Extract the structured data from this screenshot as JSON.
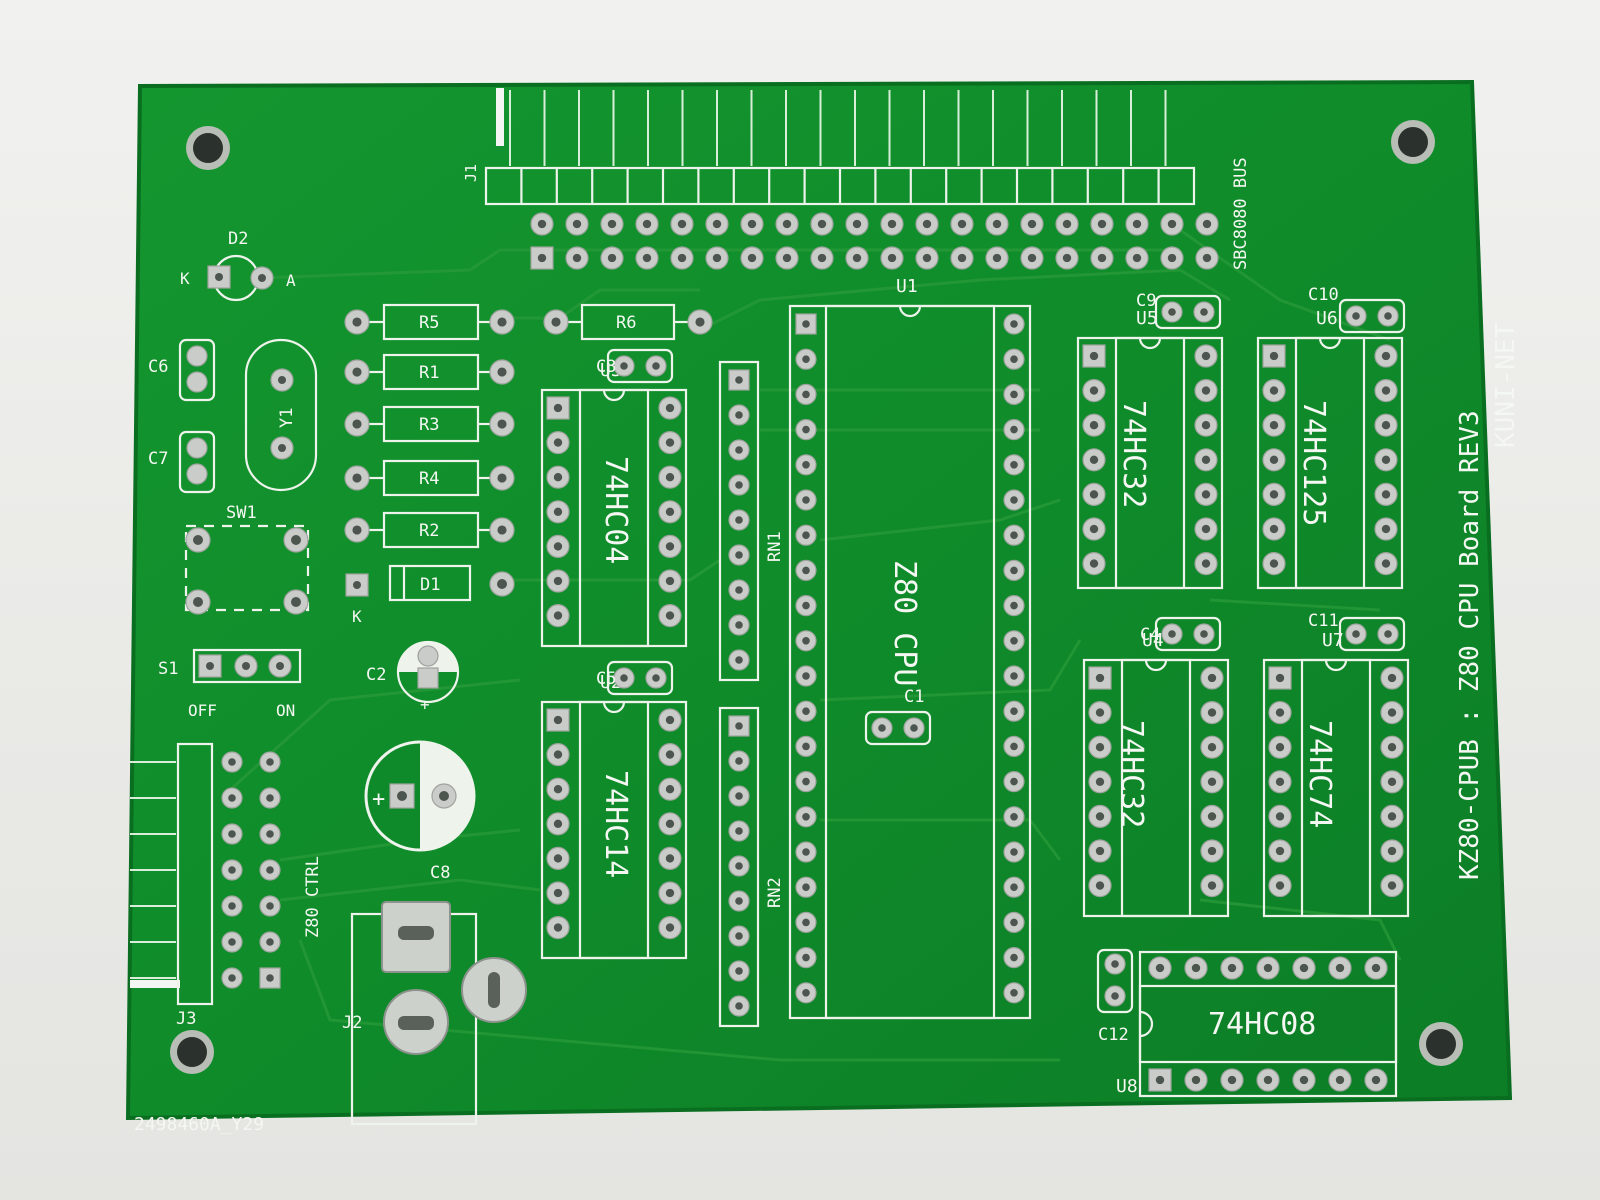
{
  "board": {
    "title": "KZ80-CPUB : Z80 CPU Board REV3",
    "maker": "KUNI-NET",
    "serial": "2498460A_Y29",
    "colors": {
      "solder_mask": "#0f8a2a",
      "silkscreen": "#eef3ec",
      "pad": "#c9ccc8",
      "background": "#ecece9"
    }
  },
  "connectors": {
    "j1": {
      "ref": "J1",
      "label": "SBC8080 BUS"
    },
    "j3": {
      "ref": "J3",
      "label": "Z80 CTRL"
    },
    "j2": {
      "ref": "J2"
    }
  },
  "ics": [
    {
      "ref": "U1",
      "part": "Z80 CPU"
    },
    {
      "ref": "U2",
      "part": "74HC14"
    },
    {
      "ref": "U3",
      "part": "74HC04"
    },
    {
      "ref": "U4",
      "part": "74HC32"
    },
    {
      "ref": "U5",
      "part": "74HC32"
    },
    {
      "ref": "U6",
      "part": "74HC125"
    },
    {
      "ref": "U7",
      "part": "74HC74"
    },
    {
      "ref": "U8",
      "part": "74HC08"
    }
  ],
  "resistors": [
    "R5",
    "R6",
    "R1",
    "R3",
    "R4",
    "R2"
  ],
  "resistor_networks": [
    "RN1",
    "RN2"
  ],
  "capacitors": [
    "C1",
    "C2",
    "C3",
    "C4",
    "C5",
    "C6",
    "C7",
    "C8",
    "C9",
    "C10",
    "C11",
    "C12"
  ],
  "misc": {
    "led": "D2",
    "diode": "D1",
    "crystal": "Y1",
    "switch_reset": "SW1",
    "switch_power": "S1",
    "k": "K",
    "a": "A",
    "off": "OFF",
    "on": "ON",
    "plus": "+"
  }
}
